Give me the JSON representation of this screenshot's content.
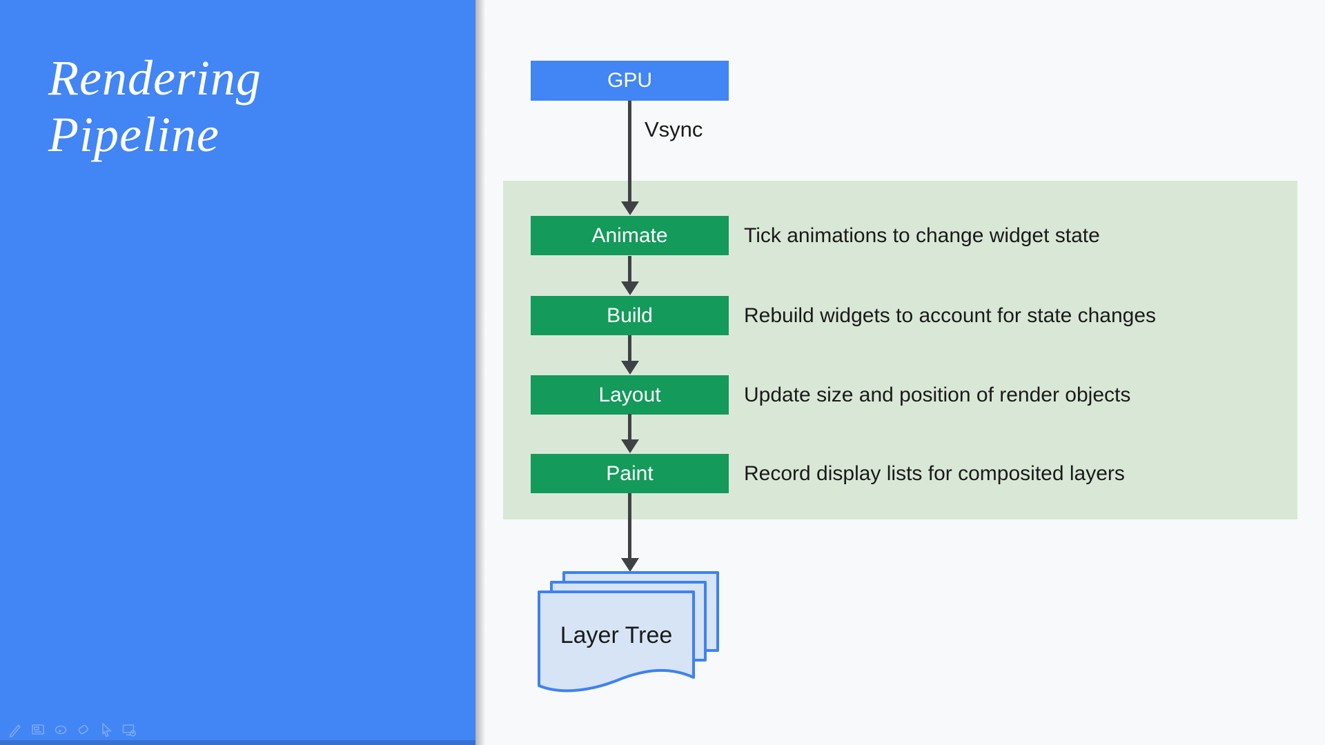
{
  "colors": {
    "blue": "#4285F4",
    "green": "#149A5B",
    "panel_green": "#D9E8D6",
    "page_fill": "#D6E4F6",
    "page_stroke": "#3E81F2",
    "arrow": "#3F4245",
    "background": "#F8F9FA",
    "text_dark": "#1A1A1A",
    "white": "#FFFFFF"
  },
  "sidebar": {
    "title_line1": "Rendering",
    "title_line2": "Pipeline"
  },
  "toolbar": {
    "icons": [
      "pen-icon",
      "slides-icon",
      "laser-pointer-icon",
      "eraser-icon",
      "cursor-icon",
      "present-screen-icon"
    ]
  },
  "flow": {
    "gpu_label": "GPU",
    "vsync_label": "Vsync",
    "stages": [
      {
        "label": "Animate",
        "description": "Tick animations to change widget state"
      },
      {
        "label": "Build",
        "description": "Rebuild widgets to account for state changes"
      },
      {
        "label": "Layout",
        "description": "Update size and position of render objects"
      },
      {
        "label": "Paint",
        "description": "Record display lists for composited layers"
      }
    ],
    "output_label": "Layer Tree"
  }
}
